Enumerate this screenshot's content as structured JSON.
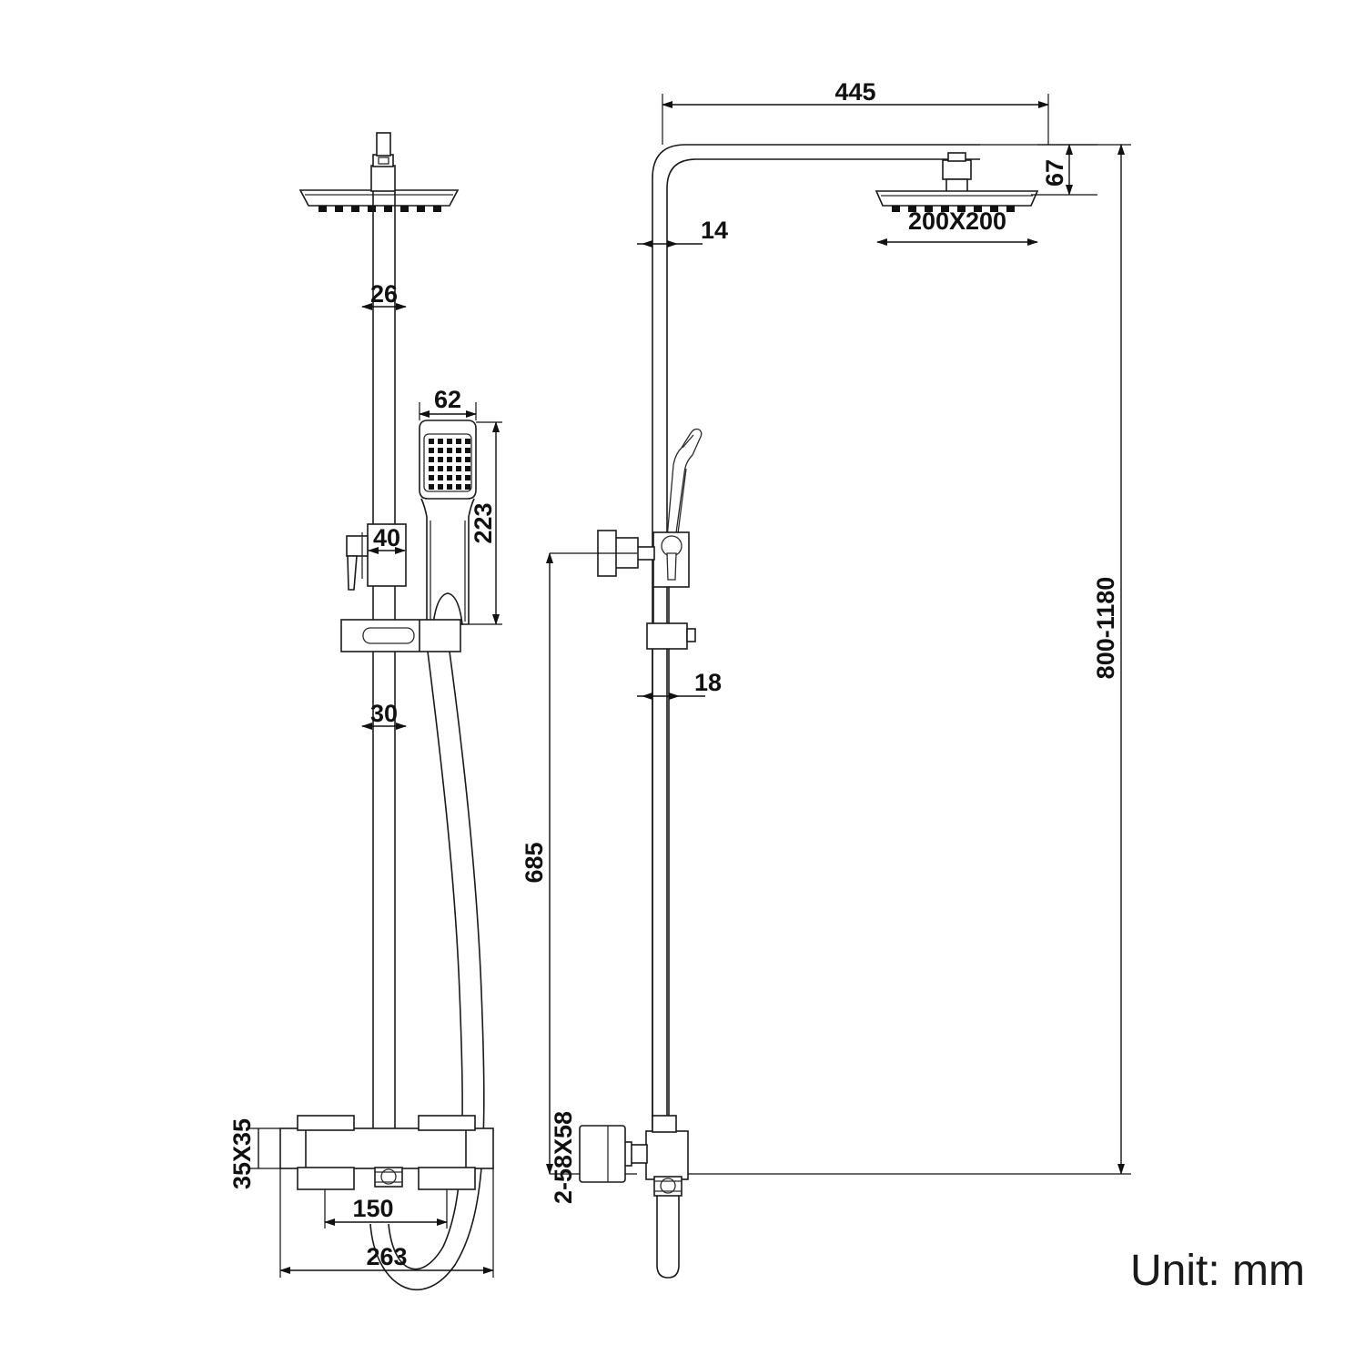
{
  "drawing": {
    "title": "Shower column technical drawing",
    "unit_note": "Unit: mm",
    "views": [
      {
        "name": "front-view",
        "label": ""
      },
      {
        "name": "side-view",
        "label": ""
      }
    ]
  },
  "dimensions": {
    "front": {
      "riser_top": "26",
      "handset_width": "62",
      "handset_height": "223",
      "holder_width": "40",
      "riser_lower": "30",
      "valve_profile": "35X35",
      "inlet_centers": "150",
      "overall_width": "263"
    },
    "side": {
      "arm_reach": "445",
      "head_drop": "67",
      "head_size": "200X200",
      "arm_thickness": "14",
      "rail_diameter": "18",
      "rail_height": "685",
      "head_height_range": "800-1180",
      "wall_plates": "2-58X58"
    }
  },
  "labels": {
    "unit": "Unit: mm"
  },
  "colors": {
    "line": "#1a1a1a",
    "dimension": "#111111",
    "background": "#ffffff"
  }
}
